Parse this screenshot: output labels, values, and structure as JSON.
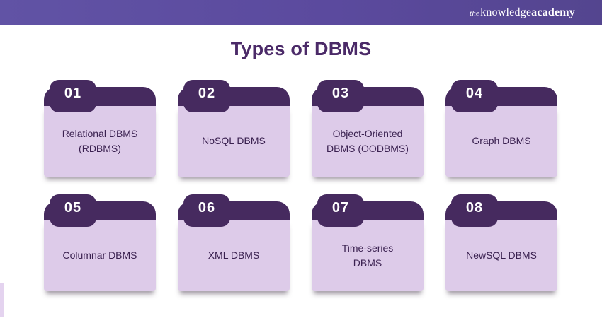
{
  "banner": {
    "logo": {
      "the": "the",
      "knowledge": "knowledge",
      "academy": "academy"
    }
  },
  "title": "Types of DBMS",
  "cards": [
    {
      "number": "01",
      "label": "Relational DBMS\n(RDBMS)"
    },
    {
      "number": "02",
      "label": "NoSQL DBMS"
    },
    {
      "number": "03",
      "label": "Object-Oriented\nDBMS (OODBMS)"
    },
    {
      "number": "04",
      "label": "Graph DBMS"
    },
    {
      "number": "05",
      "label": "Columnar DBMS"
    },
    {
      "number": "06",
      "label": "XML DBMS"
    },
    {
      "number": "07",
      "label": "Time-series\nDBMS"
    },
    {
      "number": "08",
      "label": "NewSQL DBMS"
    }
  ],
  "colors": {
    "banner_purple": "#5b4a9e",
    "card_dark_purple": "#462a5f",
    "card_light_lavender": "#ddcbe9",
    "title_purple": "#4b2a68",
    "label_purple": "#3a2150"
  }
}
